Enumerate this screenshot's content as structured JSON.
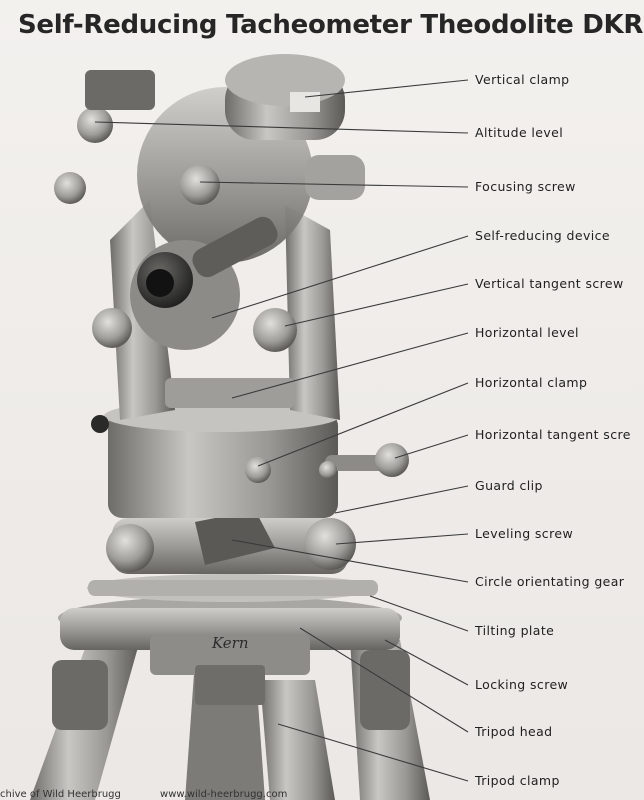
{
  "page": {
    "title": "Self-Reducing Tacheometer Theodolite DKR",
    "brand": "Kern"
  },
  "labels": [
    {
      "key": "vertical-clamp",
      "text": "Vertical clamp"
    },
    {
      "key": "altitude-level",
      "text": "Altitude level"
    },
    {
      "key": "focusing-screw",
      "text": "Focusing screw"
    },
    {
      "key": "self-reducing-device",
      "text": "Self-reducing device"
    },
    {
      "key": "vertical-tangent-screw",
      "text": "Vertical tangent screw"
    },
    {
      "key": "horizontal-level",
      "text": "Horizontal level"
    },
    {
      "key": "horizontal-clamp",
      "text": "Horizontal clamp"
    },
    {
      "key": "horizontal-tangent-screw",
      "text": "Horizontal tangent scre"
    },
    {
      "key": "guard-clip",
      "text": "Guard clip"
    },
    {
      "key": "leveling-screw",
      "text": "Leveling screw"
    },
    {
      "key": "circle-orientating-gear",
      "text": "Circle orientating gear"
    },
    {
      "key": "tilting-plate",
      "text": "Tilting plate"
    },
    {
      "key": "locking-screw",
      "text": "Locking screw"
    },
    {
      "key": "tripod-head",
      "text": "Tripod head"
    },
    {
      "key": "tripod-clamp",
      "text": "Tripod clamp"
    }
  ],
  "footer": {
    "left": "chive of Wild Heerbrugg",
    "right": "www.wild-heerbrugg.com"
  },
  "colors": {
    "metal_light": "#bfbdb9",
    "metal_mid": "#8e8c88",
    "metal_dark": "#4a4946",
    "leader": "#3a3a3a"
  }
}
